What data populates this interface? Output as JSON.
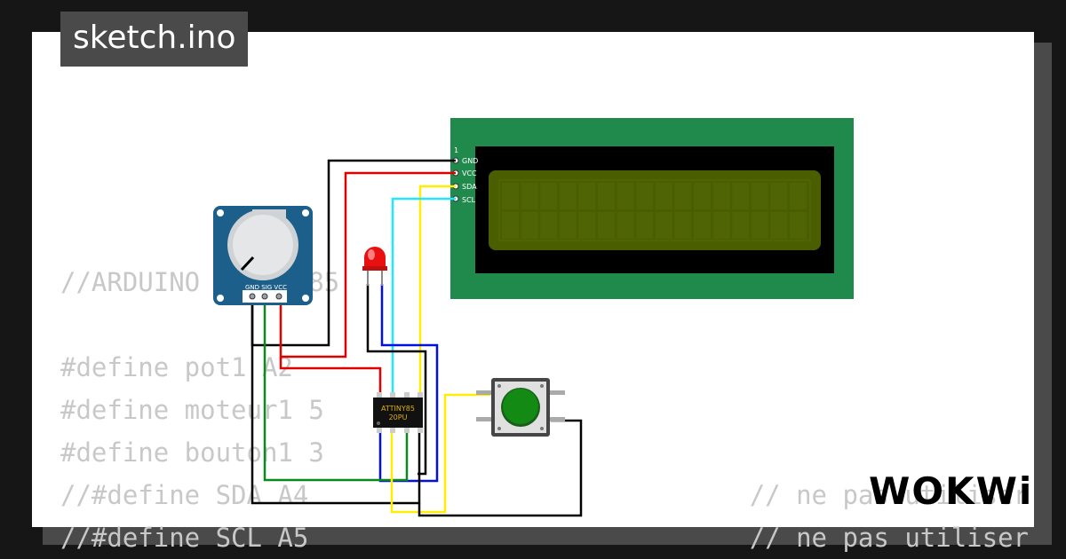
{
  "title": "sketch.ino",
  "code_lines": [
    {
      "text": "//ARDUINO ATTINY85"
    },
    {
      "text": "#define pot1 A2"
    },
    {
      "text": "#define moteur1 5"
    },
    {
      "text": "#define bouton1 3"
    },
    {
      "text": "//#define SDA A4"
    },
    {
      "text": "//#define SCL A5"
    }
  ],
  "code_right": [
    {
      "text": "// ne pas utiliser"
    },
    {
      "text": "// ne pas utiliser"
    }
  ],
  "lcd": {
    "pin_number": "1",
    "pins": [
      "GND",
      "VCC",
      "SDA",
      "SCL"
    ]
  },
  "potentiometer": {
    "pins": "GND SIG VCC"
  },
  "chip": {
    "line1": "ATTINY85",
    "line2": "20PU"
  },
  "brand": "WOKWi",
  "colors": {
    "canvas_bg": "#ffffff",
    "page_bg": "#161616",
    "tag_bg": "#4a4a4a",
    "lcd_board": "#1f8a4c",
    "lcd_screen": "#4a5e00",
    "pot_board": "#1b5f8a",
    "wire_black": "#000000",
    "wire_red": "#e00000",
    "wire_yellow": "#ffee00",
    "wire_cyan": "#22e5ff",
    "wire_green": "#0a8a1a",
    "wire_blue": "#0010e0"
  }
}
